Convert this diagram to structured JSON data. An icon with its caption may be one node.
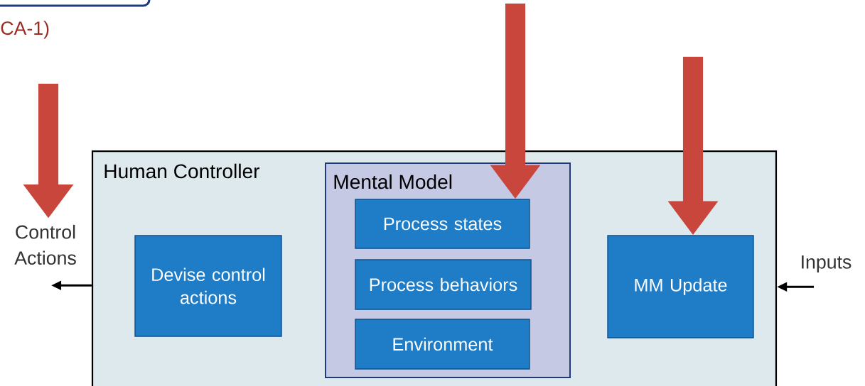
{
  "diagram": {
    "nodes": [
      {
        "text": [
          "Human Controller"
        ]
      },
      {
        "text": [
          "Devise control actions"
        ],
        "in": 0
      },
      {
        "text": [
          "Mental Model"
        ],
        "in": 0
      },
      {
        "text": [
          "Process states"
        ],
        "in": 2
      },
      {
        "text": [
          "Process behaviors"
        ],
        "in": 2
      },
      {
        "text": [
          "Environment"
        ],
        "in": 2
      },
      {
        "text": [
          "MM Update"
        ],
        "in": 0
      },
      {
        "text": [
          "Control Actions"
        ]
      },
      {
        "text": [
          "Inputs"
        ]
      }
    ],
    "edges": [
      {
        "from": 0,
        "to": 7,
        "arrow": "to",
        "color": "#000000"
      },
      {
        "from": 8,
        "to": 0,
        "arrow": "to",
        "color": "#000000"
      },
      {
        "from": null,
        "to": 7,
        "arrow": "to"
      },
      {
        "from": null,
        "to": 3,
        "arrow": "to"
      },
      {
        "from": null,
        "to": 6,
        "arrow": "to"
      }
    ],
    "labels": [
      "CA-1)"
    ]
  }
}
